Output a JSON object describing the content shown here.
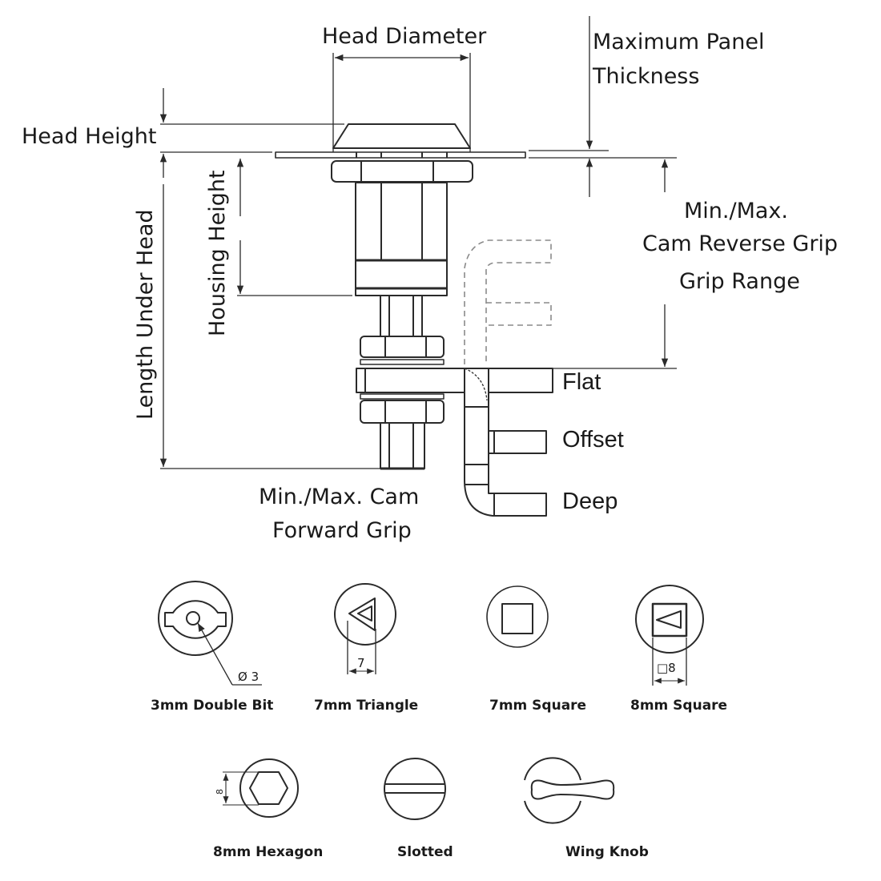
{
  "diagram": {
    "title": "Cam Lock Dimension Diagram",
    "colors": {
      "line": "#2a2a2a",
      "text": "#1a1a1a",
      "dashed": "#888888",
      "background": "#ffffff"
    },
    "dimensions": {
      "head_diameter": "Head Diameter",
      "max_panel_thickness": "Maximum Panel Thickness",
      "max_panel_line1": "Maximum Panel",
      "max_panel_line2": "Thickness",
      "head_height": "Head Height",
      "housing_height": "Housing Height",
      "length_under_head": "Length Under Head",
      "reverse_grip_line1": "Min./Max.",
      "reverse_grip_line2": "Cam Reverse Grip",
      "reverse_grip_line3": "Grip Range",
      "forward_grip_line1": "Min./Max. Cam",
      "forward_grip_line2": "Forward Grip"
    },
    "cam_types": [
      "Flat",
      "Offset",
      "Deep"
    ],
    "key_options": [
      {
        "name": "3mm Double Bit",
        "icon": "double-bit-icon",
        "dimension": "Ø 3"
      },
      {
        "name": "7mm Triangle",
        "icon": "triangle-icon",
        "dimension": "7"
      },
      {
        "name": "7mm Square",
        "icon": "square-icon",
        "dimension": ""
      },
      {
        "name": "8mm Square",
        "icon": "square-triangle-icon",
        "dimension": "□8"
      },
      {
        "name": "8mm Hexagon",
        "icon": "hexagon-icon",
        "dimension": "8"
      },
      {
        "name": "Slotted",
        "icon": "slotted-icon",
        "dimension": ""
      },
      {
        "name": "Wing Knob",
        "icon": "wing-knob-icon",
        "dimension": ""
      }
    ]
  }
}
